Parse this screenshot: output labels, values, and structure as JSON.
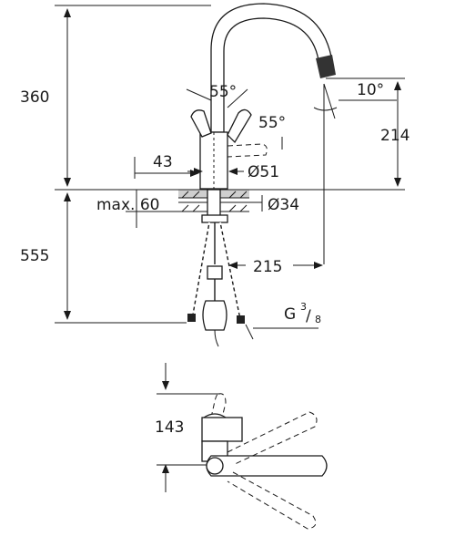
{
  "dimensions": {
    "height_total": "360",
    "spout_height": "214",
    "lever_angle_left": "55°",
    "lever_angle_right": "55°",
    "spout_angle": "10°",
    "lever_offset": "43",
    "body_diameter": "Ø51",
    "max_thickness": "max. 60",
    "hole_diameter": "Ø34",
    "below_length": "555",
    "reach": "215",
    "thread_prefix": "G",
    "thread_num": "3",
    "thread_den": "8",
    "lever_depth": "143"
  }
}
